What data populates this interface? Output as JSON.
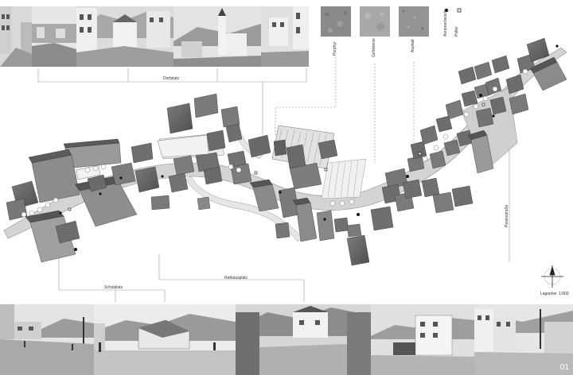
{
  "top_caption": "Dorfplatz",
  "bottom_captions": {
    "left": "Schulplatz",
    "middle": "Rathausplatz"
  },
  "materials": [
    {
      "label": "Porphyr",
      "color": "#8e8e8e"
    },
    {
      "label": "Gehlsteine",
      "color": "#a4a4a4"
    },
    {
      "label": "Asphalt",
      "color": "#969696"
    }
  ],
  "legend": {
    "item1": "Anrainerbeschr.",
    "item2": "Poller"
  },
  "vertical_route_label": "Pesenstraße",
  "compass_label": "Lageplan",
  "scale_label": "1:800",
  "page_number": "01"
}
